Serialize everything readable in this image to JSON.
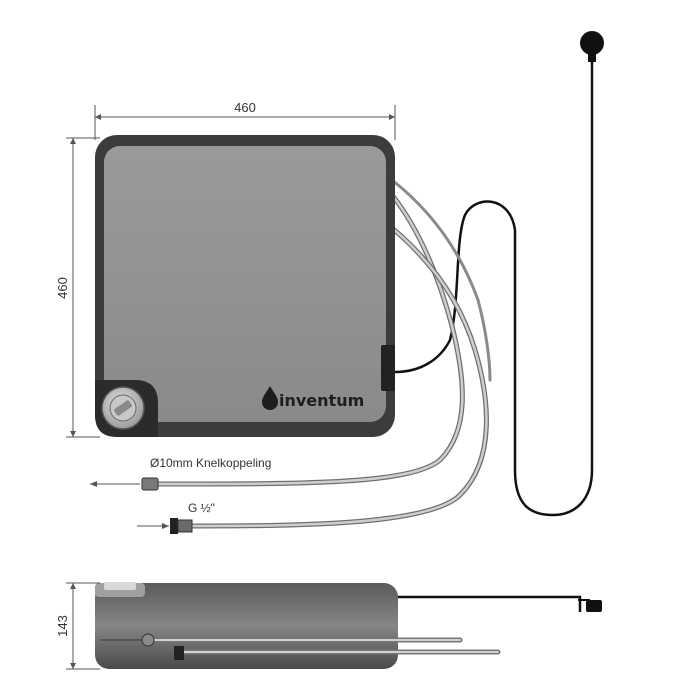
{
  "dimensions": {
    "width": "460",
    "height": "460",
    "depth": "143"
  },
  "labels": {
    "compression_fitting": "Ø10mm Knelkoppeling",
    "thread": "G ½\""
  },
  "brand": {
    "name": "inventum",
    "icon": "water-drop-icon"
  },
  "colors": {
    "body_dark": "#3c3c3c",
    "panel_gray": "#8f8f8f",
    "cable": "#111111",
    "line": "#555555"
  }
}
